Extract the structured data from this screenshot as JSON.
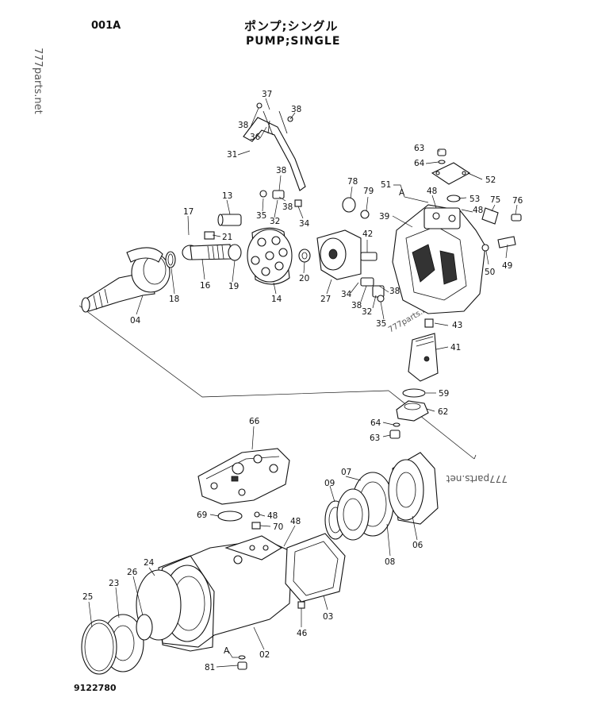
{
  "header": {
    "page_code": "001A",
    "title_jp": "ポンプ;シングル",
    "title_en": "PUMP;SINGLE",
    "drawing_number": "9122780"
  },
  "watermarks": [
    "777parts.net",
    "777parts.net",
    "777parts.net"
  ],
  "callouts": {
    "c01": "37",
    "c02": "38",
    "c03": "38",
    "c04": "36",
    "c05": "31",
    "c06": "38",
    "c07": "13",
    "c08": "17",
    "c09": "21",
    "c10": "35",
    "c11": "32",
    "c12": "38",
    "c13": "34",
    "c14": "16",
    "c15": "19",
    "c16": "14",
    "c17": "18",
    "c18": "20",
    "c19": "04",
    "c20": "27",
    "c21": "42",
    "c22": "34",
    "c23": "38",
    "c24": "32",
    "c25": "35",
    "c26": "78",
    "c27": "79",
    "c28": "51",
    "c29": "A",
    "c30": "48",
    "c31": "53",
    "c32": "39",
    "c33": "63",
    "c34": "64",
    "c35": "52",
    "c36": "75",
    "c37": "76",
    "c38": "48",
    "c39": "49",
    "c40": "50",
    "c41": "38",
    "c42": "43",
    "c43": "41",
    "c44": "59",
    "c45": "62",
    "c46": "64",
    "c47": "63",
    "c48": "66",
    "c49": "69",
    "c50": "48",
    "c51": "70",
    "c52": "48",
    "c53": "09",
    "c54": "07",
    "c55": "06",
    "c56": "08",
    "c57": "03",
    "c58": "46",
    "c59": "02",
    "c60": "A",
    "c61": "81",
    "c62": "25",
    "c63": "23",
    "c64": "26",
    "c65": "24"
  }
}
